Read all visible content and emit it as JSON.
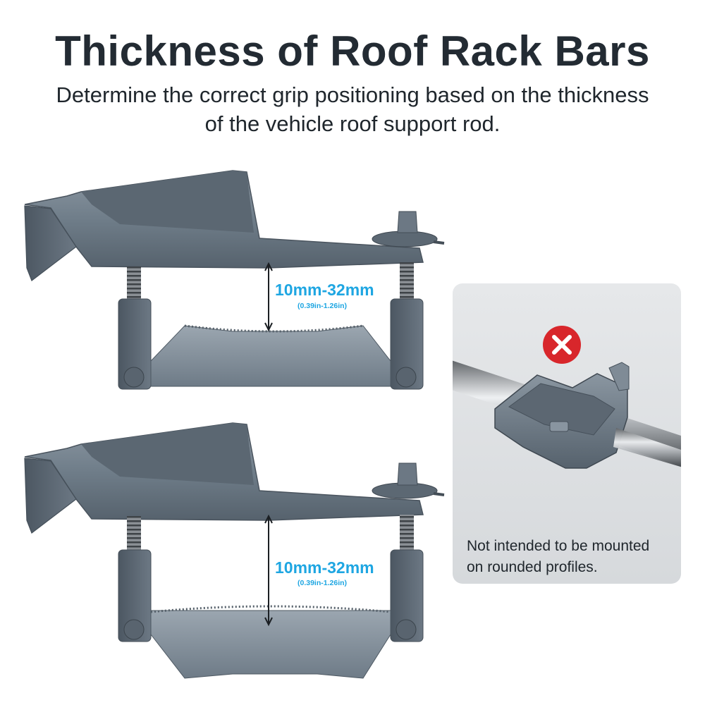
{
  "header": {
    "title": "Thickness of Roof Rack Bars",
    "subtitle_line1": "Determine the correct grip positioning based on the thickness",
    "subtitle_line2": "of the vehicle roof support rod."
  },
  "clamps": [
    {
      "range_mm": "10mm-32mm",
      "range_in": "(0.39in-1.26in)"
    },
    {
      "range_mm": "10mm-32mm",
      "range_in": "(0.39in-1.26in)"
    }
  ],
  "warning_panel": {
    "note_line1": "Not intended to be mounted",
    "note_line2": "on rounded profiles.",
    "icon": "x-mark-icon"
  },
  "colors": {
    "title": "#232b33",
    "accent": "#1ea6e2",
    "clamp_metal": "#6f7d89",
    "warning_red": "#d8262b"
  }
}
